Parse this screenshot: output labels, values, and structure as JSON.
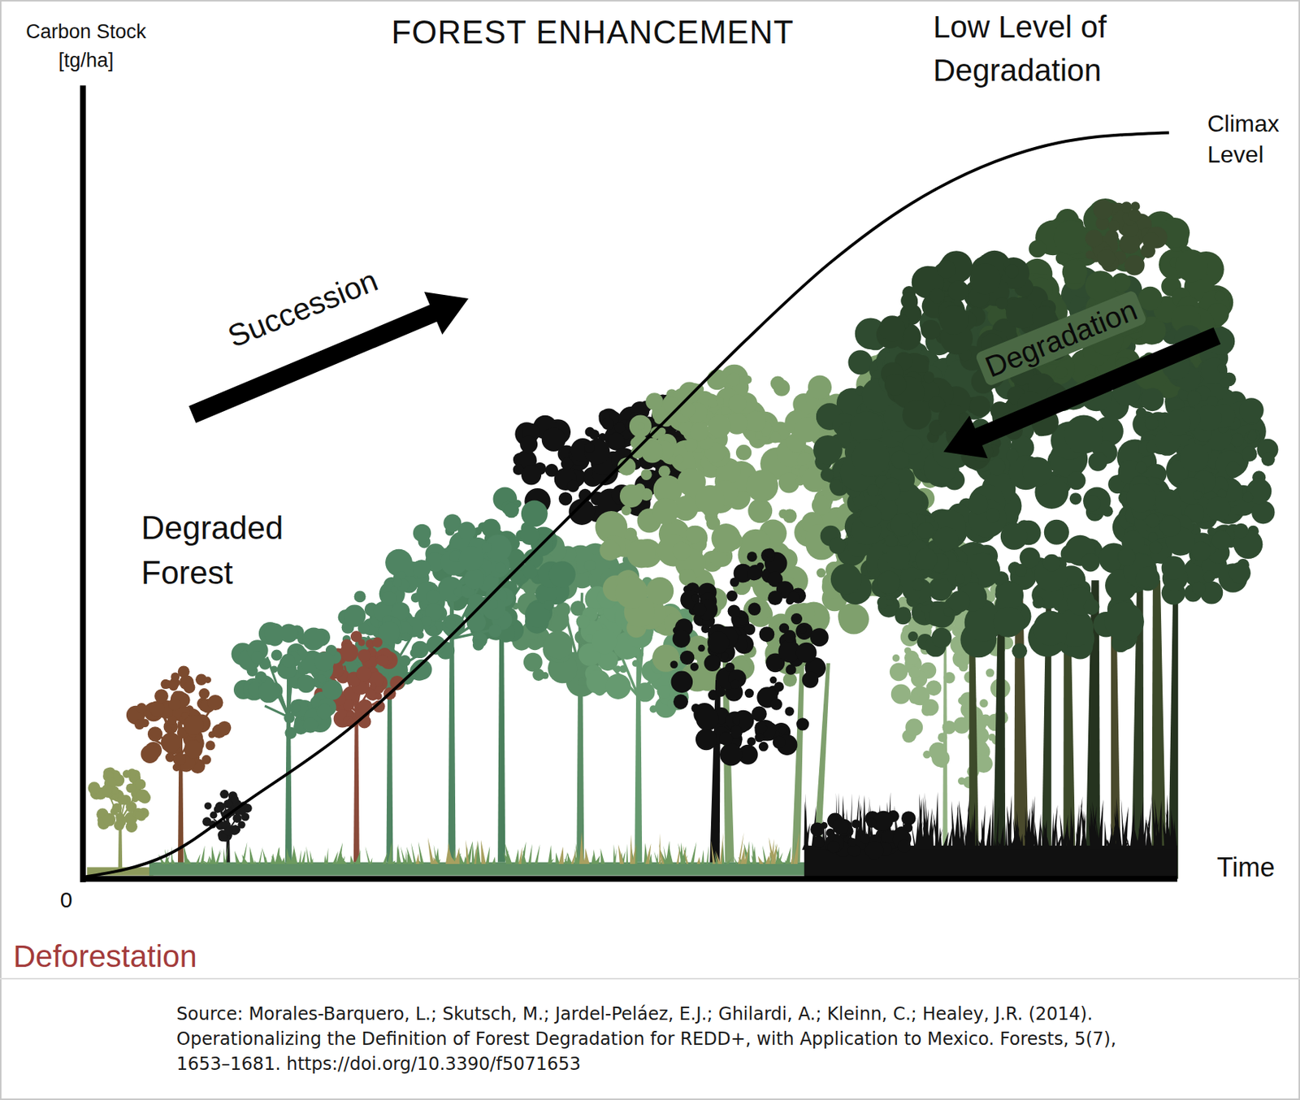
{
  "diagram": {
    "title": "FOREST ENHANCEMENT",
    "caption": "Source: Morales-Barquero, L.; Skutsch, M.; Jardel-Peláez, E.J.; Ghilardi, A.; Kleinn, C.; Healey, J.R. (2014). Operationalizing the Definition of Forest Degradation for REDD+, with Application to Mexico. Forests, 5(7), 1653–1681. https://doi.org/10.3390/f5071653",
    "labels": [
      "Carbon Stock [tg/ha]",
      "Low Level of Degradation",
      "Climax Level",
      "Succession",
      "Degradation",
      "Degraded Forest",
      "0",
      "Time",
      "Deforestation"
    ]
  }
}
